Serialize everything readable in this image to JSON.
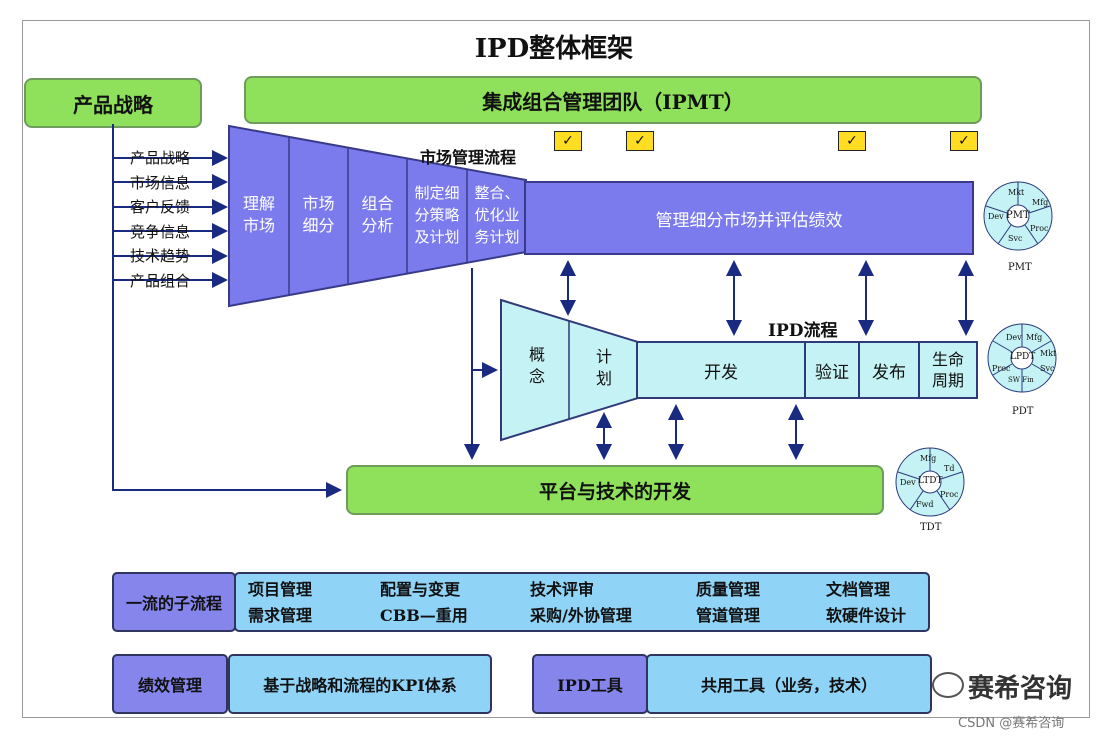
{
  "title": "IPD整体框架",
  "strategy": "产品战略",
  "ipmt": "集成组合管理团队（IPMT）",
  "market_process_label": "市场管理流程",
  "inputs": [
    "产品战略",
    "市场信息",
    "客户反馈",
    "竞争信息",
    "技术趋势",
    "产品组合"
  ],
  "market_steps": [
    "理解\n市场",
    "市场\n细分",
    "组合\n分析",
    "制定细\n分策略\n及计划",
    "整合、\n优化业\n务计划"
  ],
  "market_bar": "管理细分市场并评估绩效",
  "checks": [
    "✓",
    "✓",
    "✓",
    "✓"
  ],
  "ipd_label": "IPD流程",
  "ipd_steps": [
    "概\n念",
    "计\n划",
    "开发",
    "验证",
    "发布",
    "生命\n周期"
  ],
  "platform": "平台与技术的开发",
  "teams": {
    "pmt": {
      "name": "PMT",
      "core": "PMT",
      "segments": [
        "Mkt",
        "Mfg",
        "Proc",
        "Svc",
        "Dev"
      ]
    },
    "pdt": {
      "name": "PDT",
      "core": "LPDT",
      "segments": [
        "Dev",
        "Mfg",
        "Mkt",
        "Svc",
        "SW Fin",
        "Proc"
      ]
    },
    "tdt": {
      "name": "TDT",
      "core": "LTDT",
      "segments": [
        "Mfg",
        "Td",
        "Proc",
        "Fwd",
        "Dev"
      ]
    }
  },
  "subprocess_label": "一流的子流程",
  "subprocesses": [
    [
      "项目管理",
      "配置与变更",
      "技术评审",
      "质量管理",
      "文档管理"
    ],
    [
      "需求管理",
      "CBB—重用",
      "采购/外协管理",
      "管道管理",
      "软硬件设计"
    ]
  ],
  "perf_label": "绩效管理",
  "perf_value": "基于战略和流程的KPI体系",
  "tool_label": "IPD工具",
  "tool_value": "共用工具（业务，技术）",
  "watermark_brand": "赛希咨询",
  "watermark_csdn": "CSDN @赛希咨询",
  "colors": {
    "green": "#8fe05a",
    "violet": "#7b7bee",
    "cyan": "#c5f2f4",
    "check": "#ffdd22",
    "blue_box": "#8fd3f7"
  }
}
